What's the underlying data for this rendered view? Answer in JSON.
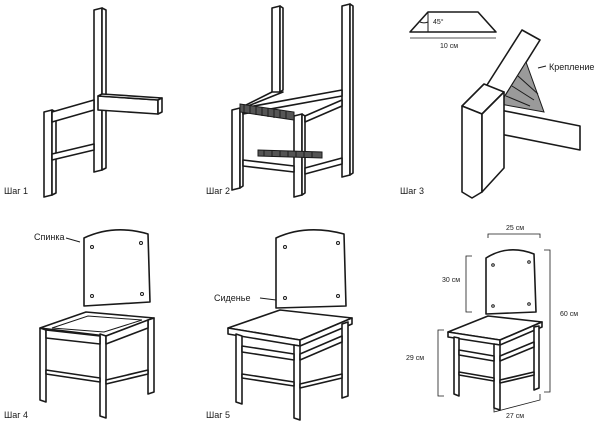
{
  "steps": [
    {
      "label": "Шаг 1"
    },
    {
      "label": "Шаг 2"
    },
    {
      "label": "Шаг 3"
    },
    {
      "label": "Шаг 4"
    },
    {
      "label": "Шаг 5"
    },
    {
      "label": ""
    }
  ],
  "callouts": {
    "mount": "Крепление",
    "back": "Спинка",
    "seat": "Сиденье"
  },
  "bevel": {
    "angle": "45°",
    "length": "10 см"
  },
  "dimensions": {
    "seat_width": "25 см",
    "back_height": "30 см",
    "total_height": "60 см",
    "seat_height": "29 см",
    "seat_depth": "27 см"
  }
}
